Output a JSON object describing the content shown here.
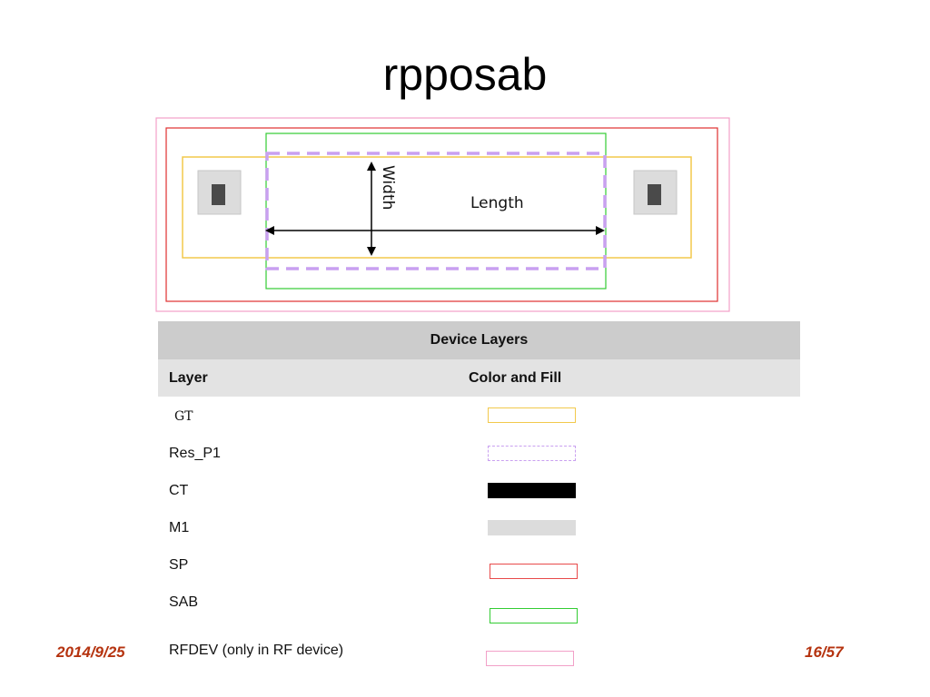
{
  "slide": {
    "title": "rpposab",
    "date": "2014/9/25",
    "page": "16/57"
  },
  "diagram": {
    "width_label": "Width",
    "length_label": "Length"
  },
  "table": {
    "caption": "Device Layers",
    "headers": {
      "layer": "Layer",
      "fill": "Color and Fill"
    },
    "rows": [
      {
        "layer": "GT",
        "style": "outline",
        "color": "#f2c94c"
      },
      {
        "layer": "Res_P1",
        "style": "dashed",
        "color": "#c9a0f0"
      },
      {
        "layer": "CT",
        "style": "solid",
        "color": "#000000"
      },
      {
        "layer": "M1",
        "style": "solid",
        "color": "#dcdcdc"
      },
      {
        "layer": "SP",
        "style": "outline",
        "color": "#e84a4a"
      },
      {
        "layer": "SAB",
        "style": "outline",
        "color": "#33cc33"
      },
      {
        "layer": "RFDEV (only in RF device)",
        "style": "outline",
        "color": "#f2a0c8"
      }
    ]
  }
}
